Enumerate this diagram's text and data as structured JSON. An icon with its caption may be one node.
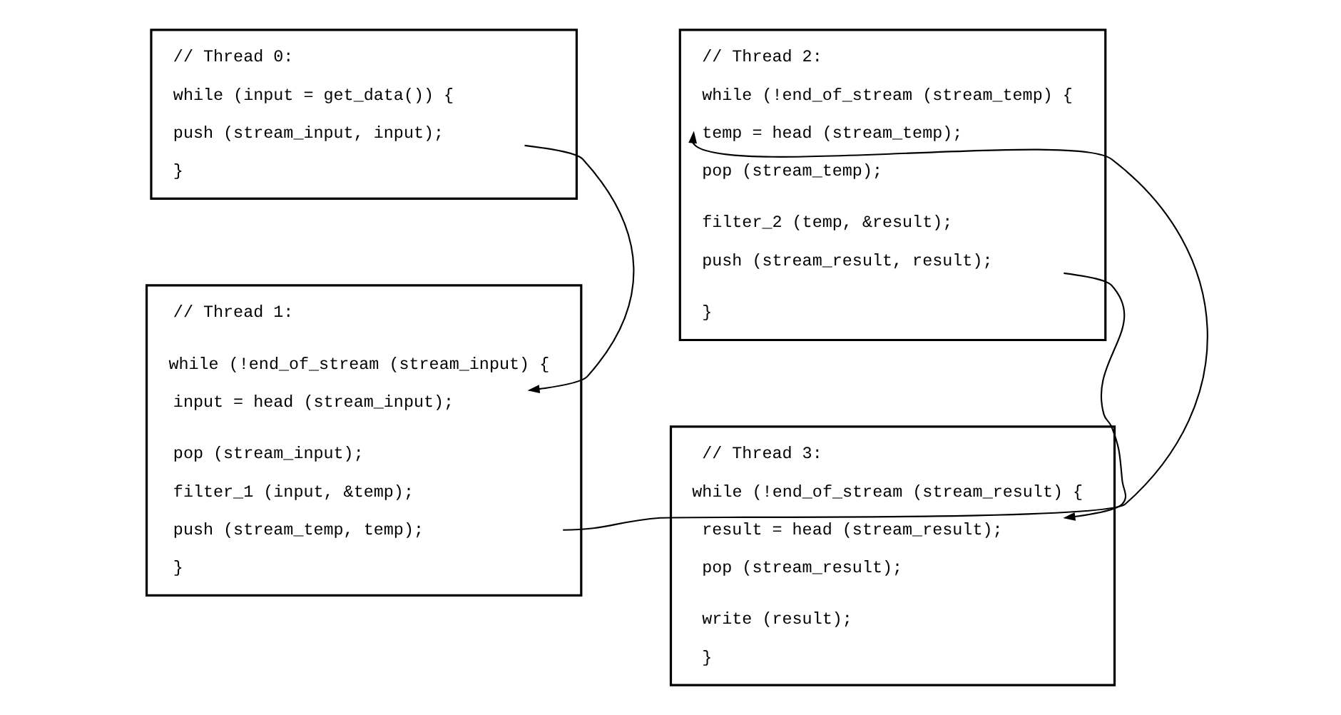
{
  "diagram": {
    "nodes": [
      {
        "text": [],
        "shape": "box"
      },
      {
        "text": [
          "// Thread 0:"
        ],
        "in": 0
      },
      {
        "text": [
          "while (input = get_data()) {"
        ],
        "in": 0
      },
      {
        "text": [
          "push (stream_input, input);"
        ],
        "in": 0
      },
      {
        "text": [
          "}"
        ],
        "in": 0
      },
      {
        "text": [],
        "shape": "box"
      },
      {
        "text": [
          "// Thread 1:"
        ],
        "in": 5
      },
      {
        "text": [
          "while (!end_of_stream (stream_input) {"
        ],
        "in": 5
      },
      {
        "text": [
          "input = head (stream_input);"
        ],
        "in": 5
      },
      {
        "text": [
          "pop (stream_input);"
        ],
        "in": 5
      },
      {
        "text": [
          "filter_1 (input, &temp);"
        ],
        "in": 5
      },
      {
        "text": [
          "push (stream_temp, temp);"
        ],
        "in": 5
      },
      {
        "text": [
          "}"
        ],
        "in": 5
      },
      {
        "text": [],
        "shape": "box"
      },
      {
        "text": [
          "// Thread 2:"
        ],
        "in": 13
      },
      {
        "text": [
          "while (!end_of_stream (stream_temp) {"
        ],
        "in": 13
      },
      {
        "text": [
          "temp = head (stream_temp);"
        ],
        "in": 13
      },
      {
        "text": [
          "pop (stream_temp);"
        ],
        "in": 13
      },
      {
        "text": [
          "filter_2 (temp, &result);"
        ],
        "in": 13
      },
      {
        "text": [
          "push (stream_result, result);"
        ],
        "in": 13
      },
      {
        "text": [
          "}"
        ],
        "in": 13
      },
      {
        "text": [],
        "shape": "box"
      },
      {
        "text": [
          "// Thread 3:"
        ],
        "in": 21
      },
      {
        "text": [
          "while (!end_of_stream (stream_result) {"
        ],
        "in": 21
      },
      {
        "text": [
          "result = head (stream_result);"
        ],
        "in": 21
      },
      {
        "text": [
          "pop (stream_result);"
        ],
        "in": 21
      },
      {
        "text": [
          "write (result);"
        ],
        "in": 21
      },
      {
        "text": [
          "}"
        ],
        "in": 21
      }
    ],
    "edges": [
      {
        "from": 3,
        "to": 8,
        "arrow": "to"
      },
      {
        "from": 11,
        "to": 16,
        "arrow": "to"
      },
      {
        "from": 19,
        "to": 24,
        "arrow": "to"
      }
    ]
  }
}
